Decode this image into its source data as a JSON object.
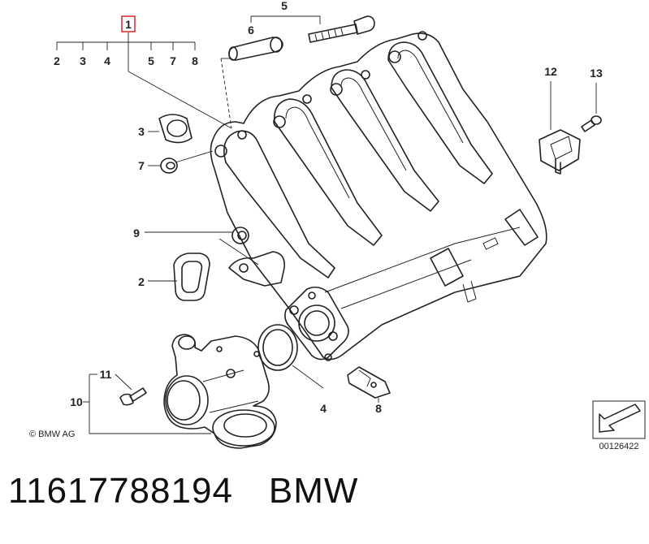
{
  "diagram": {
    "callouts": {
      "c1": "1",
      "c2_top": "2",
      "c3_top": "3",
      "c4_top": "4",
      "c5_top": "5",
      "c7_top": "7",
      "c8_top": "8",
      "c5_group": "5",
      "c6": "6",
      "c3": "3",
      "c7": "7",
      "c9": "9",
      "c2": "2",
      "c11": "11",
      "c10": "10",
      "c4": "4",
      "c8": "8",
      "c12": "12",
      "c13": "13"
    },
    "copyright": "© BMW AG",
    "figure_number": "00126422",
    "highlight_color": "#d9262b"
  },
  "caption": {
    "part_number": "11617788194",
    "brand": "BMW"
  }
}
